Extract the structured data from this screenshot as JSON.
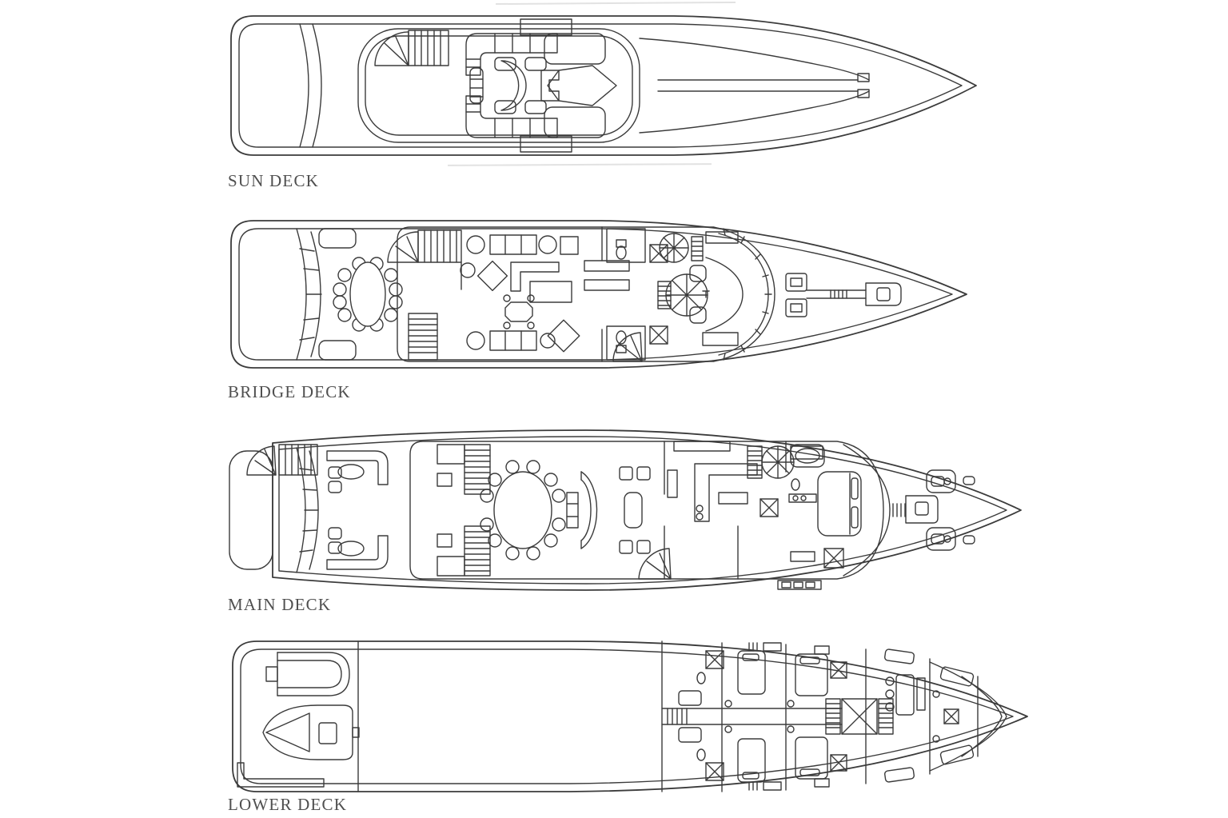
{
  "page": {
    "background": "#ffffff",
    "line_color": "#3b3b3b",
    "label_color": "#4f4f4f",
    "artifact_color": "#e2e2e2"
  },
  "decks": [
    {
      "id": "sun-deck",
      "label": "SUN DECK"
    },
    {
      "id": "bridge-deck",
      "label": "BRIDGE DECK"
    },
    {
      "id": "main-deck",
      "label": "MAIN DECK"
    },
    {
      "id": "lower-deck",
      "label": "LOWER DECK"
    }
  ]
}
